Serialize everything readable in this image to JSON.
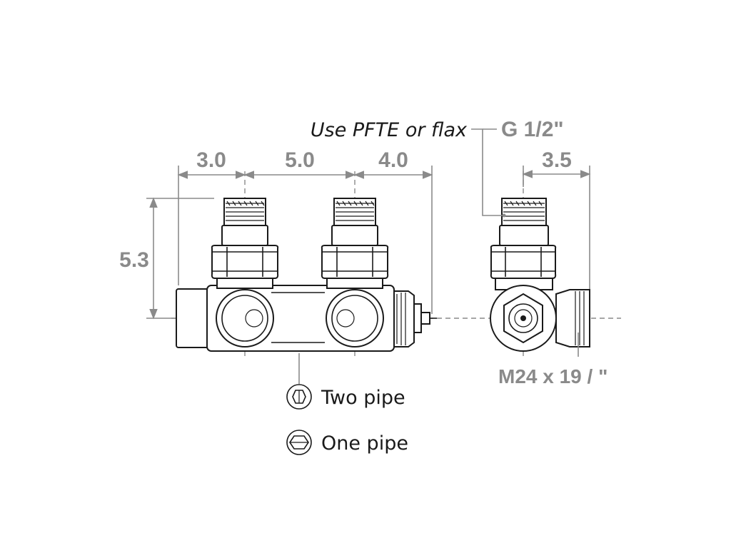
{
  "dimensions": {
    "d1": "3.0",
    "d2": "5.0",
    "d3": "4.0",
    "d4": "3.5",
    "height": "5.3"
  },
  "annotations": {
    "sealing_note": "Use PFTE or flax",
    "thread_top": "G 1/2\"",
    "thread_side": "M24 x 19 / \""
  },
  "legend": {
    "two_pipe": "Two pipe",
    "one_pipe": "One pipe"
  }
}
